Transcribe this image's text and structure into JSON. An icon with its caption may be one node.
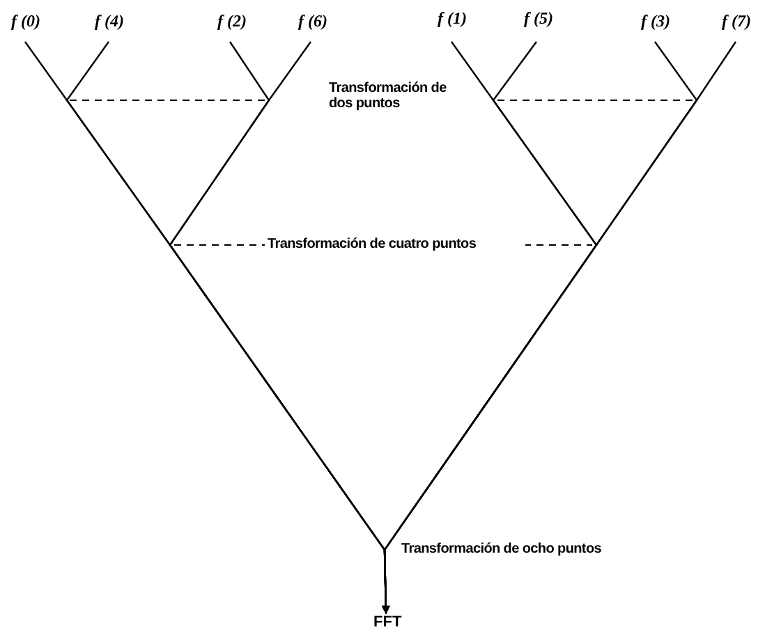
{
  "diagram": {
    "nodes": [
      {
        "text": [
          "f (0)"
        ]
      },
      {
        "text": [
          "f (4)"
        ]
      },
      {
        "text": [
          "f (2)"
        ]
      },
      {
        "text": [
          "f (6)"
        ]
      },
      {
        "text": [
          "f (1)"
        ]
      },
      {
        "text": [
          "f (5)"
        ]
      },
      {
        "text": [
          "f (3)"
        ]
      },
      {
        "text": [
          "f (7)"
        ]
      },
      {
        "text": [
          "FFT"
        ]
      }
    ],
    "edges": [
      {
        "from": 0,
        "to": 8,
        "arrow": "to"
      },
      {
        "from": 1,
        "to": 8,
        "arrow": "to"
      },
      {
        "from": 2,
        "to": 8,
        "arrow": "to"
      },
      {
        "from": 3,
        "to": 8,
        "arrow": "to"
      },
      {
        "from": 4,
        "to": 8,
        "arrow": "to"
      },
      {
        "from": 5,
        "to": 8,
        "arrow": "to"
      },
      {
        "from": 6,
        "to": 8,
        "arrow": "to"
      },
      {
        "from": 7,
        "to": 8,
        "arrow": "to"
      }
    ],
    "labels": [
      "Transformación de dos puntos",
      "Transformación de cuatro puntos",
      "Transformación de ocho puntos"
    ]
  }
}
